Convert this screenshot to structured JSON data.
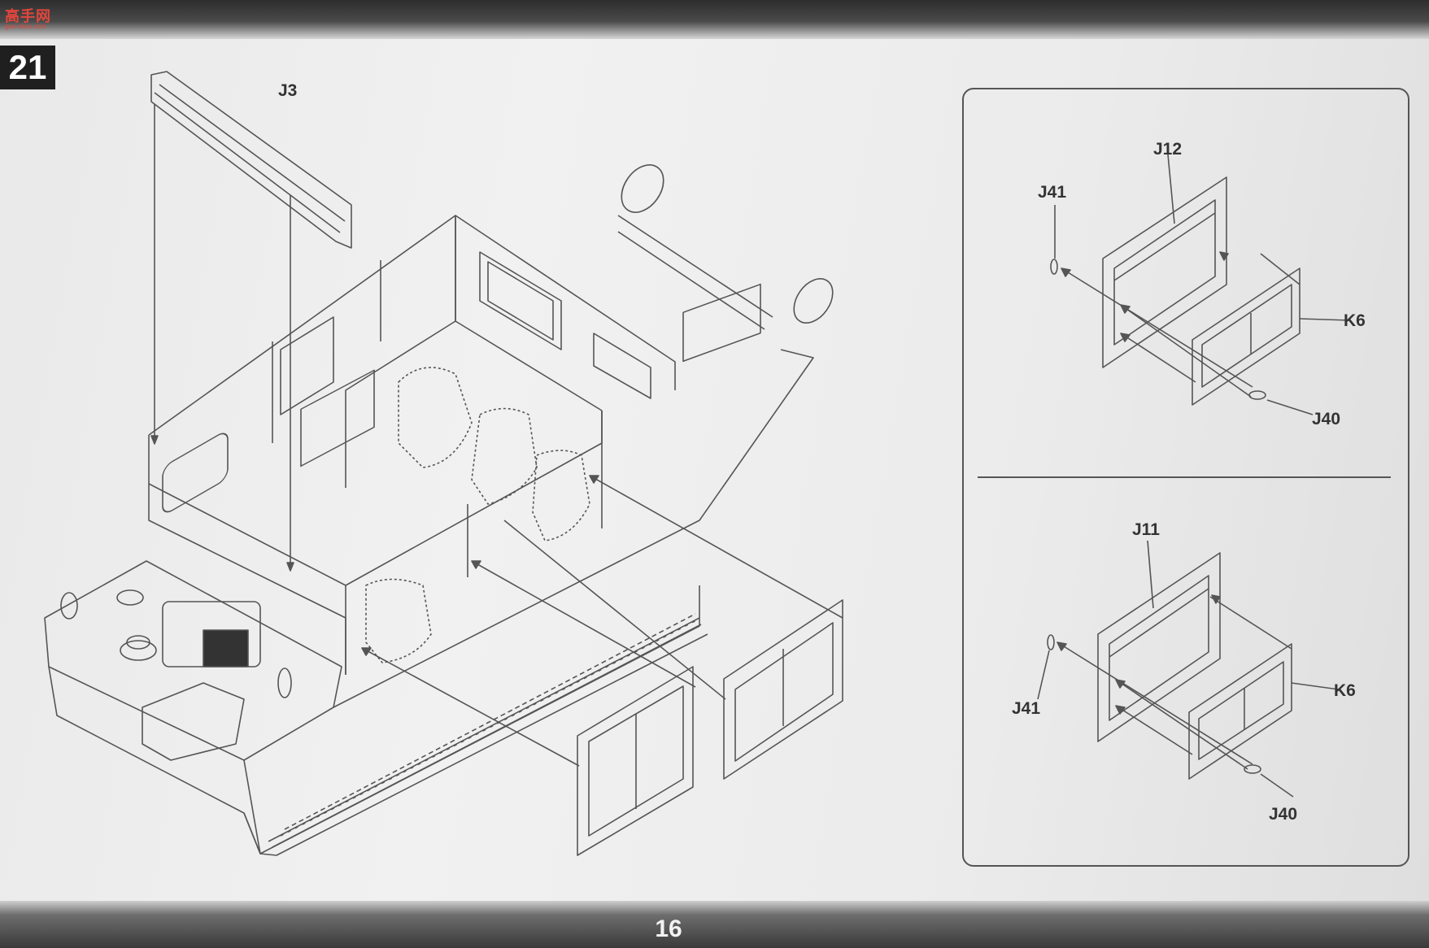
{
  "header": {
    "step_number": "21",
    "watermark_text": "高手网",
    "watermark_sub": "gao-shou.com"
  },
  "main_diagram": {
    "labels": {
      "j3": "J3"
    }
  },
  "inset_top": {
    "labels": {
      "j12": "J12",
      "j41": "J41",
      "k6": "K6",
      "j40": "J40"
    }
  },
  "inset_bottom": {
    "labels": {
      "j11": "J11",
      "j41": "J41",
      "k6": "K6",
      "j40": "J40"
    }
  },
  "footer": {
    "page_number": "16"
  },
  "colors": {
    "line": "#555555",
    "badge": "#1f1f1f",
    "watermark": "#e2463c"
  }
}
